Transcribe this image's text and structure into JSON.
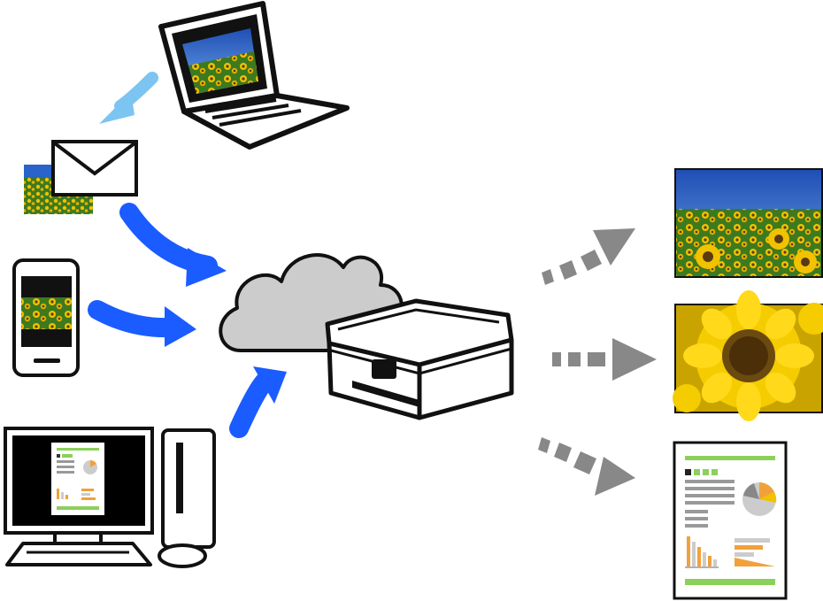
{
  "diagram": {
    "type": "cloud-printing-illustration",
    "sources": [
      {
        "icon": "laptop-icon",
        "shows": "sunflower-photo"
      },
      {
        "icon": "email-envelope-icon",
        "shows": "sunflower-photo-attachment"
      },
      {
        "icon": "smartphone-icon",
        "shows": "sunflower-photo"
      },
      {
        "icon": "desktop-computer-icon",
        "shows": "report-document"
      }
    ],
    "hub": {
      "icon": "cloud-icon"
    },
    "device": {
      "icon": "printer-icon"
    },
    "outputs": [
      {
        "icon": "landscape-sunflower-print"
      },
      {
        "icon": "closeup-sunflower-print"
      },
      {
        "icon": "report-document-print"
      }
    ],
    "colors": {
      "light_arrow": "#7cc4f2",
      "blue_arrow": "#1a5cff",
      "gray_arrow": "#888888",
      "cloud_fill": "#cccccc",
      "outline": "#111111",
      "sky": "#2a63c9",
      "foliage": "#3d7a1e",
      "petal": "#f2c200",
      "chart_green": "#8bd05a",
      "chart_orange": "#f2a13a"
    }
  }
}
